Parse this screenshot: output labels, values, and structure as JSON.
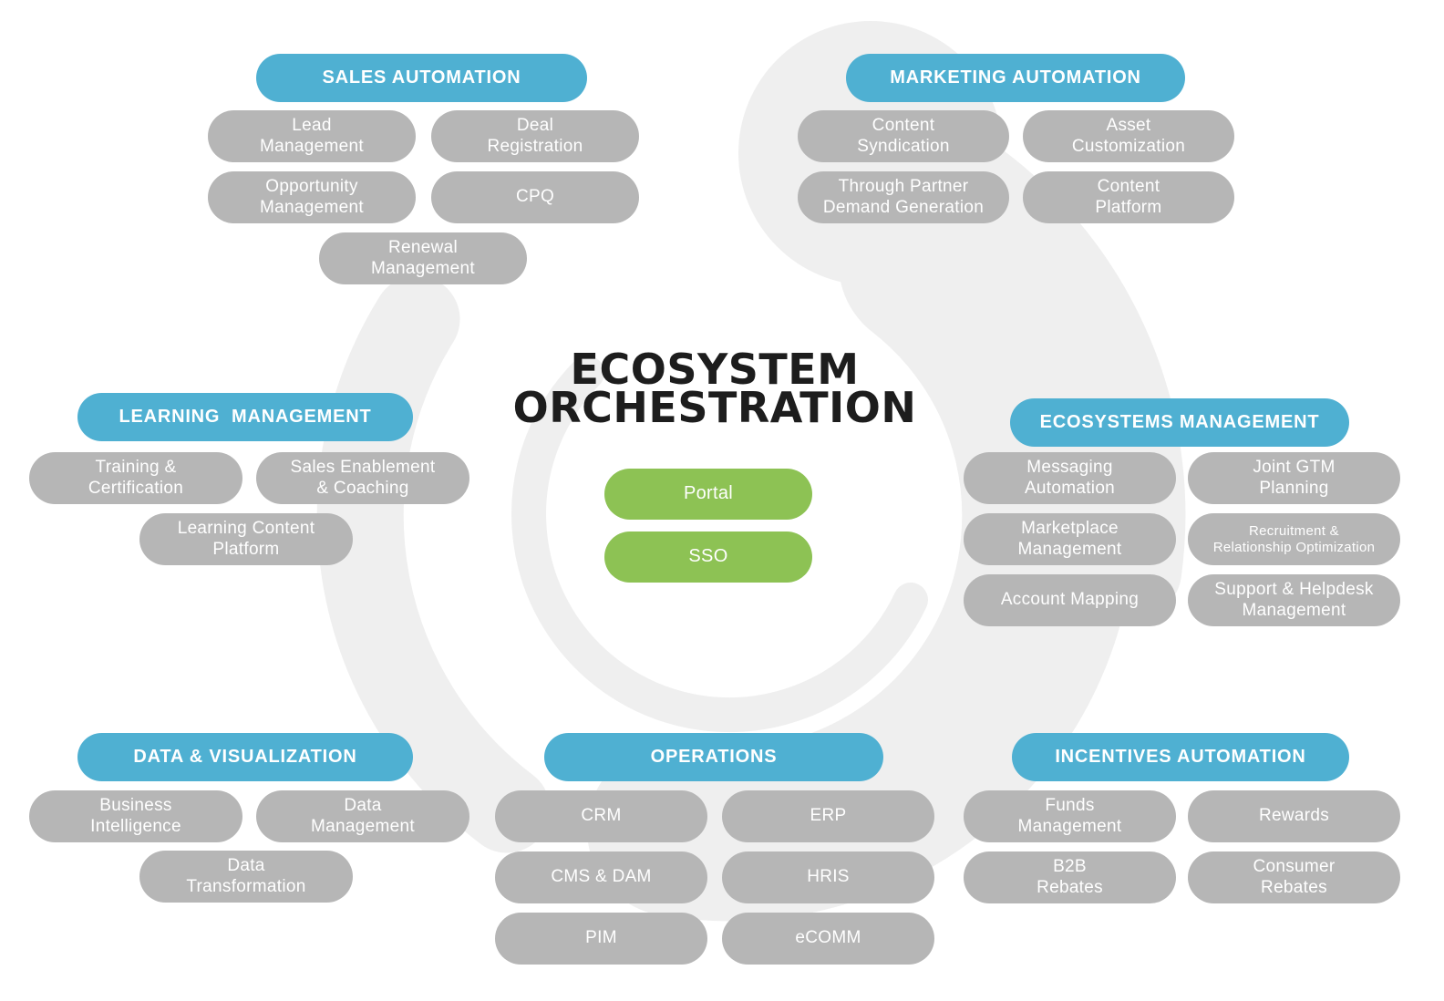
{
  "title": {
    "full": "ECOSYSTEM\nORCHESTRATION"
  },
  "center_buttons": {
    "portal": "Portal",
    "sso": "SSO"
  },
  "colors": {
    "header_blue": "#4FB0D2",
    "pill_gray": "#B6B6B6",
    "button_green": "#8DC254",
    "swirl_gray": "#EFEFEF",
    "title_black": "#1D1D1D"
  },
  "sections": [
    {
      "title": "SALES AUTOMATION",
      "items": [
        "Lead\nManagement",
        "Deal\nRegistration",
        "Opportunity\nManagement",
        "CPQ",
        "Renewal\nManagement"
      ]
    },
    {
      "title": "MARKETING AUTOMATION",
      "items": [
        "Content\nSyndication",
        "Asset\nCustomization",
        "Through Partner\nDemand Generation",
        "Content\nPlatform"
      ]
    },
    {
      "title": "LEARNING  MANAGEMENT",
      "items": [
        "Training &\nCertification",
        "Sales Enablement\n& Coaching",
        "Learning Content\nPlatform"
      ]
    },
    {
      "title": "ECOSYSTEMS MANAGEMENT",
      "items": [
        "Messaging\nAutomation",
        "Joint GTM\nPlanning",
        "Marketplace\nManagement",
        "Recruitment &\nRelationship Optimization",
        "Account Mapping",
        "Support & Helpdesk\nManagement"
      ]
    },
    {
      "title": "DATA & VISUALIZATION",
      "items": [
        "Business\nIntelligence",
        "Data\nManagement",
        "Data\nTransformation"
      ]
    },
    {
      "title": "OPERATIONS",
      "items": [
        "CRM",
        "ERP",
        "CMS & DAM",
        "HRIS",
        "PIM",
        "eCOMM"
      ]
    },
    {
      "title": "INCENTIVES AUTOMATION",
      "items": [
        "Funds\nManagement",
        "Rewards",
        "B2B\nRebates",
        "Consumer\nRebates"
      ]
    }
  ]
}
